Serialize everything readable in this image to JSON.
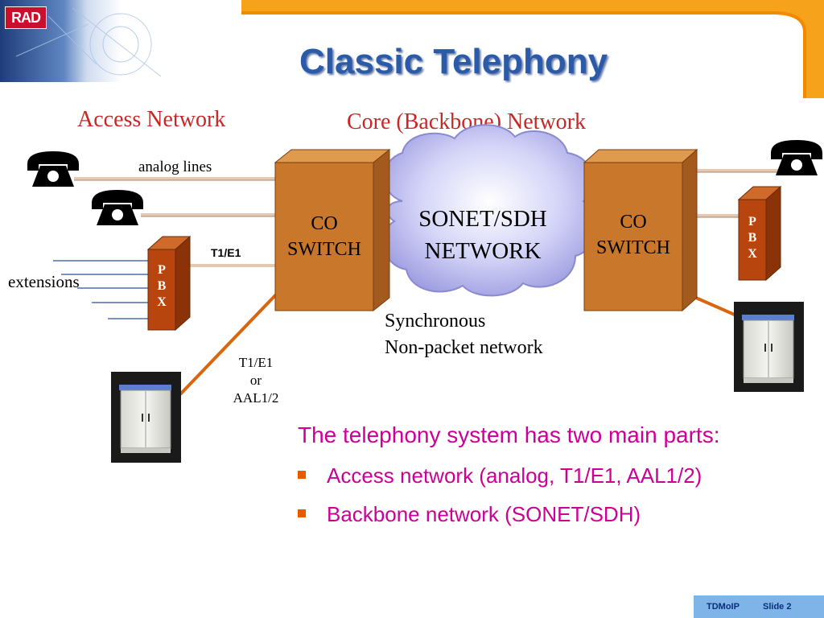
{
  "header": {
    "logo_text": "RAD",
    "title": "Classic Telephony"
  },
  "diagram": {
    "access_label": "Access Network",
    "core_label": "Core (Backbone) Network",
    "analog_lines_label": "analog lines",
    "extensions_label": "extensions",
    "t1e1_label": "T1/E1",
    "t1e1_or_aal": [
      "T1/E1",
      "or",
      "AAL1/2"
    ],
    "co_switch_left": [
      "CO",
      "SWITCH"
    ],
    "co_switch_right": [
      "CO",
      "SWITCH"
    ],
    "cloud_text": [
      "SONET/SDH",
      "NETWORK"
    ],
    "sync_text": [
      "Synchronous",
      "Non-packet network"
    ],
    "pbx_letters": [
      "P",
      "B",
      "X"
    ],
    "icons": [
      "telephone-icon",
      "cabinet-icon"
    ]
  },
  "bullets": {
    "heading": "The telephony system has two main parts:",
    "items": [
      "Access network  (analog, T1/E1, AAL1/2)",
      "Backbone network  (SONET/SDH)"
    ]
  },
  "footer": {
    "product": "TDMoIP",
    "slide": "Slide 2"
  },
  "colors": {
    "title": "#2a5aa8",
    "section_label": "#c62828",
    "switch": "#c9782b",
    "pbx": "#b8440e",
    "bullet_text": "#cc0099",
    "bullet_marker": "#e65a00",
    "cloud": "#b8b8f0",
    "line": "#e0c0a8",
    "footer_bg": "#7fb4e8"
  }
}
